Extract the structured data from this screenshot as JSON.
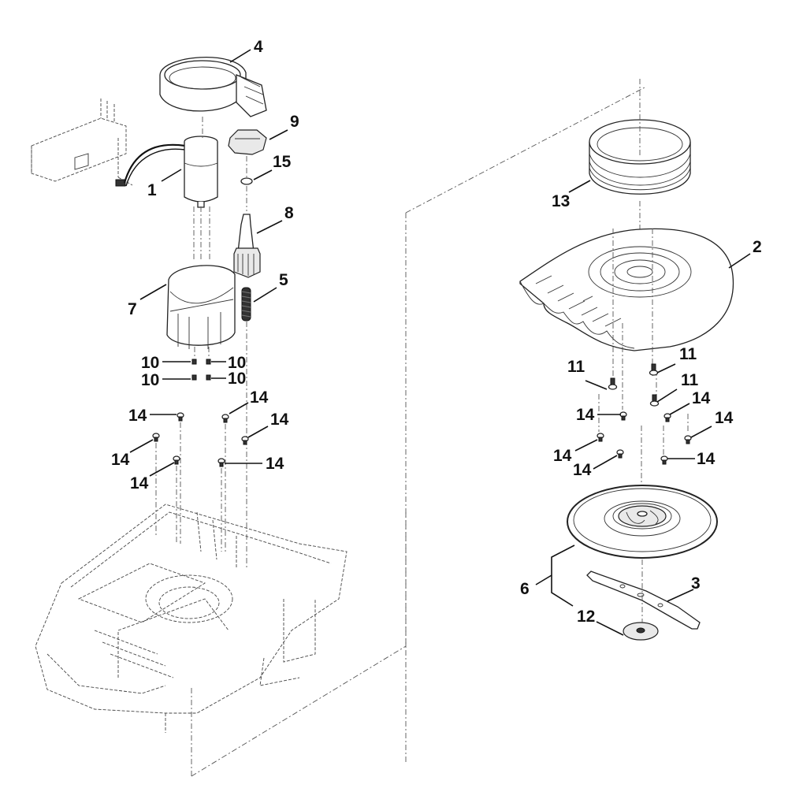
{
  "diagram": {
    "type": "exploded-parts-diagram",
    "callouts": [
      {
        "id": "c4",
        "label": "4"
      },
      {
        "id": "c9",
        "label": "9"
      },
      {
        "id": "c15",
        "label": "15"
      },
      {
        "id": "c1",
        "label": "1"
      },
      {
        "id": "c8",
        "label": "8"
      },
      {
        "id": "c7",
        "label": "7"
      },
      {
        "id": "c5",
        "label": "5"
      },
      {
        "id": "c10a",
        "label": "10"
      },
      {
        "id": "c10b",
        "label": "10"
      },
      {
        "id": "c10c",
        "label": "10"
      },
      {
        "id": "c10d",
        "label": "10"
      },
      {
        "id": "c14a",
        "label": "14"
      },
      {
        "id": "c14b",
        "label": "14"
      },
      {
        "id": "c14c",
        "label": "14"
      },
      {
        "id": "c14d",
        "label": "14"
      },
      {
        "id": "c14e",
        "label": "14"
      },
      {
        "id": "c14f",
        "label": "14"
      },
      {
        "id": "c13",
        "label": "13"
      },
      {
        "id": "c2",
        "label": "2"
      },
      {
        "id": "c11a",
        "label": "11"
      },
      {
        "id": "c11b",
        "label": "11"
      },
      {
        "id": "c11c",
        "label": "11"
      },
      {
        "id": "c14g",
        "label": "14"
      },
      {
        "id": "c14h",
        "label": "14"
      },
      {
        "id": "c14i",
        "label": "14"
      },
      {
        "id": "c14j",
        "label": "14"
      },
      {
        "id": "c14k",
        "label": "14"
      },
      {
        "id": "c14l",
        "label": "14"
      },
      {
        "id": "c6",
        "label": "6"
      },
      {
        "id": "c3",
        "label": "3"
      },
      {
        "id": "c12",
        "label": "12"
      }
    ],
    "parts": {
      "p1": "motor",
      "p2": "blade-guard-cover",
      "p3": "cutting-blade",
      "p4": "height-adjust-ring",
      "p5": "spring",
      "p6": "blade-disc",
      "p7": "motor-housing",
      "p8": "drive-shaft-gear",
      "p9": "gear-cap",
      "p10": "small-screw",
      "p11": "screw",
      "p12": "blade-hub",
      "p13": "sealing-ring",
      "p14": "screw",
      "p15": "o-ring"
    }
  }
}
